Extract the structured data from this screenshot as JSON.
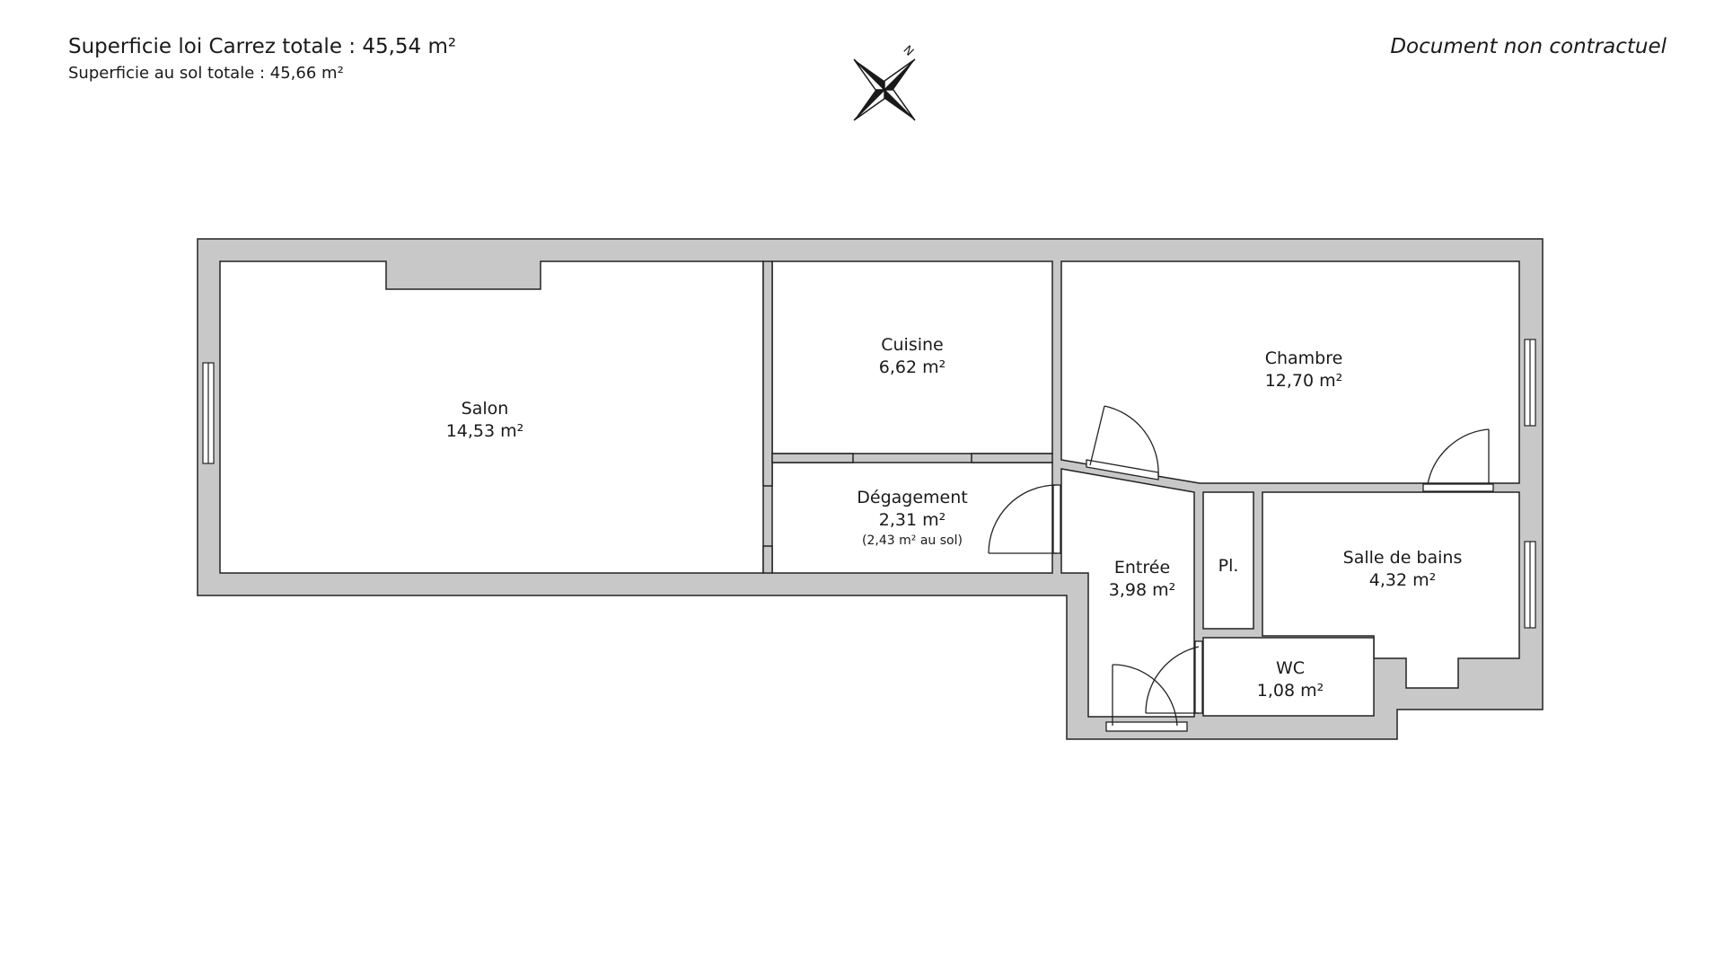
{
  "header": {
    "surface_carrez": "Superficie loi Carrez totale :  45,54 m²",
    "surface_sol": "Superficie au sol totale :  45,66 m²",
    "disclaimer": "Document non contractuel"
  },
  "compass": {
    "north_letter": "N"
  },
  "colors": {
    "wall": "#c8c8c8",
    "line": "#222222",
    "background": "#ffffff"
  },
  "rooms": {
    "salon": {
      "name": "Salon",
      "area": "14,53 m²"
    },
    "cuisine": {
      "name": "Cuisine",
      "area": "6,62 m²"
    },
    "chambre": {
      "name": "Chambre",
      "area": "12,70 m²"
    },
    "degagement": {
      "name": "Dégagement",
      "area": "2,31 m²",
      "note": "(2,43 m² au sol)"
    },
    "entree": {
      "name": "Entrée",
      "area": "3,98 m²"
    },
    "placard": {
      "name": "Pl."
    },
    "salle_de_bains": {
      "name": "Salle de bains",
      "area": "4,32 m²"
    },
    "wc": {
      "name": "WC",
      "area": "1,08 m²"
    }
  }
}
